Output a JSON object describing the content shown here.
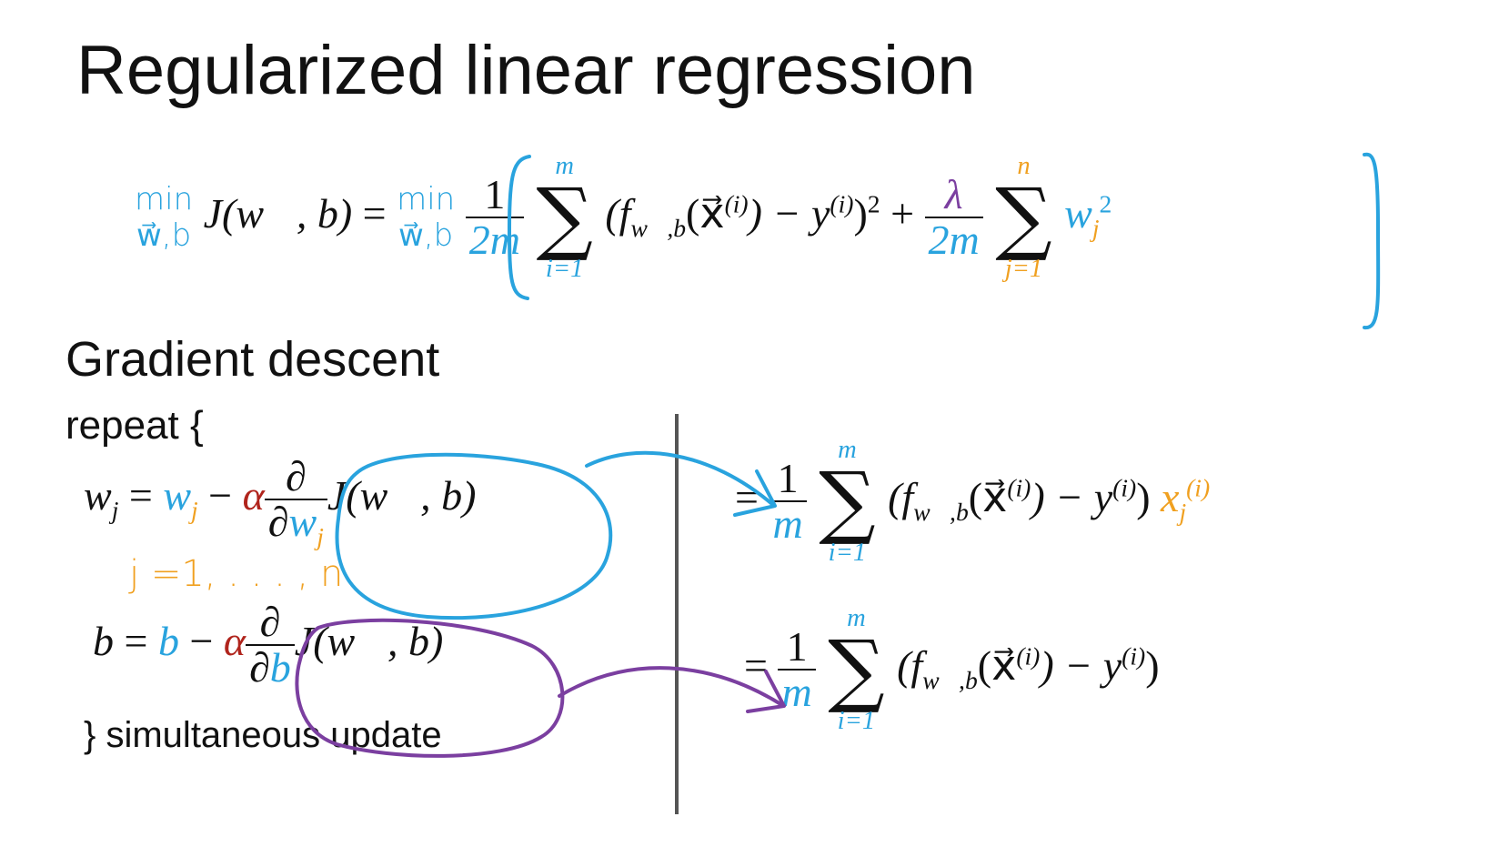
{
  "title": "Regularized linear regression",
  "heading": "Gradient descent",
  "repeat_label": "repeat {",
  "close_label": "} simultaneous update",
  "cost": {
    "min_label": "min",
    "min_sub": "w⃗,b",
    "lhs": "J(w⃗, b)",
    "equals": "=",
    "frac1_num": "1",
    "frac1_den": "2m",
    "sum1_top": "m",
    "sum1_bottom": "i=1",
    "term": "(f",
    "f_sub": "w⃗,b",
    "x_arg": "(x⃗",
    "x_sup": "(i)",
    "minus_y": ") − y",
    "y_sup": "(i)",
    "close_paren": ")",
    "square": "2",
    "plus": "+",
    "lambda": "λ",
    "frac2_den": "2m",
    "sum2_top": "n",
    "sum2_bottom": "j=1",
    "w": "w",
    "w_sub": "j",
    "w_sup": "2"
  },
  "update_w": {
    "lhs": "w",
    "lhs_sub": "j",
    "equals": "=",
    "w": "w",
    "w_sub": "j",
    "minus": "−",
    "alpha": "α",
    "partial": "∂",
    "partial_den": "∂",
    "den_var": "w",
    "den_sub": "j",
    "J": "J(w⃗, b)",
    "index_note": "j =1, . . . , n"
  },
  "update_b": {
    "lhs": "b",
    "equals": "=",
    "b": "b",
    "minus": "−",
    "alpha": "α",
    "partial": "∂",
    "partial_den": "∂",
    "den_var": "b",
    "J": "J(w⃗, b)"
  },
  "deriv_w": {
    "equals": "=",
    "num": "1",
    "den": "m",
    "sum_top": "m",
    "sum_bottom": "i=1",
    "term": "(f",
    "f_sub": "w⃗,b",
    "x_arg": "(x⃗",
    "x_sup": "(i)",
    "minus_y": ") − y",
    "y_sup": "(i)",
    "close": ")",
    "x": "x",
    "x_sub": "j",
    "x_sup2": "(i)"
  },
  "deriv_b": {
    "equals": "=",
    "num": "1",
    "den": "m",
    "sum_top": "m",
    "sum_bottom": "i=1",
    "term": "(f",
    "f_sub": "w⃗,b",
    "x_arg": "(x⃗",
    "x_sup": "(i)",
    "minus_y": ") − y",
    "y_sup": "(i)",
    "close": ")"
  },
  "colors": {
    "blue": "#29a3de",
    "orange": "#f0a020",
    "purple": "#7b3fa0",
    "red": "#b0241c",
    "divider": "#555555"
  }
}
